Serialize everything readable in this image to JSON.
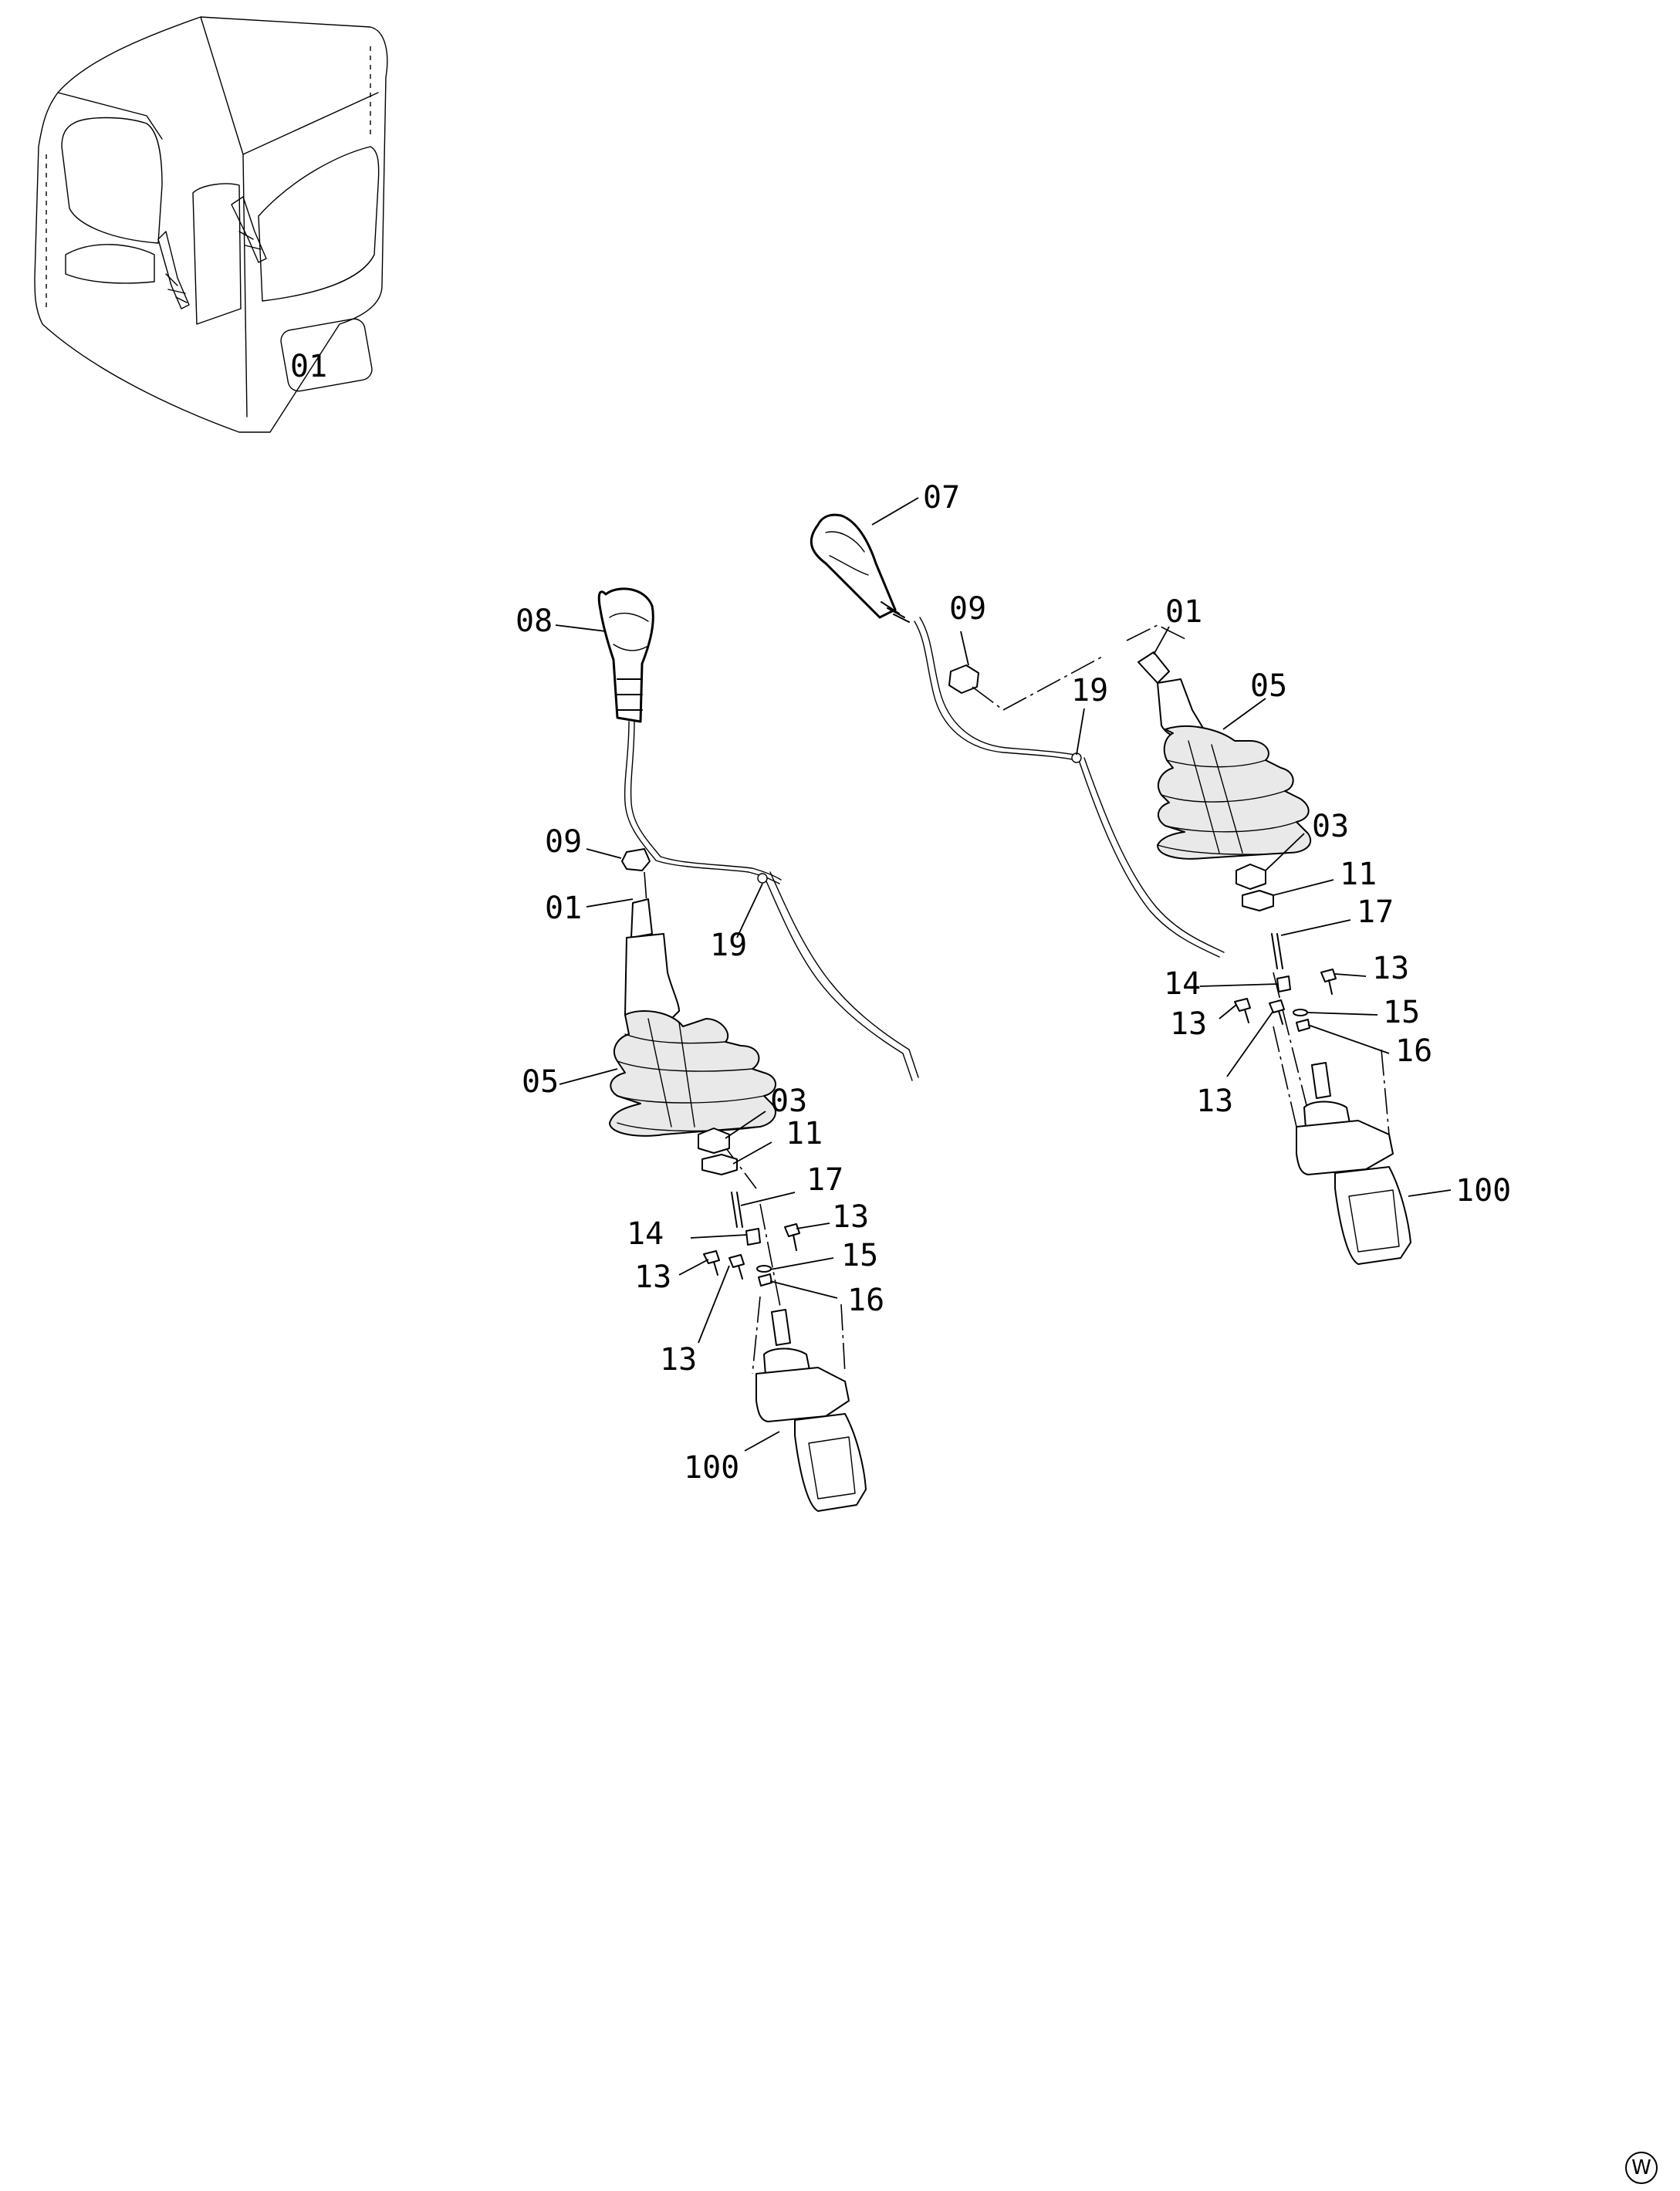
{
  "inset": {
    "cab_mark": "01"
  },
  "left_assembly": {
    "grip": "08",
    "nut_09": "09",
    "lever_01": "01",
    "harness": "19",
    "boot": "05",
    "nut_03": "03",
    "nut_11": "11",
    "pin_17": "17",
    "bolt_13_a": "13",
    "screw_14": "14",
    "bolt_13_b": "13",
    "washer_15": "15",
    "plate_16": "16",
    "bolt_13_c": "13",
    "valve_100": "100"
  },
  "right_assembly": {
    "grip": "07",
    "nut_09": "09",
    "lever_01": "01",
    "harness": "19",
    "boot": "05",
    "nut_03": "03",
    "nut_11": "11",
    "pin_17": "17",
    "screw_14": "14",
    "bolt_13_a": "13",
    "bolt_13_b": "13",
    "washer_15": "15",
    "plate_16": "16",
    "bolt_13_c": "13",
    "valve_100": "100"
  },
  "page_mark": "W"
}
